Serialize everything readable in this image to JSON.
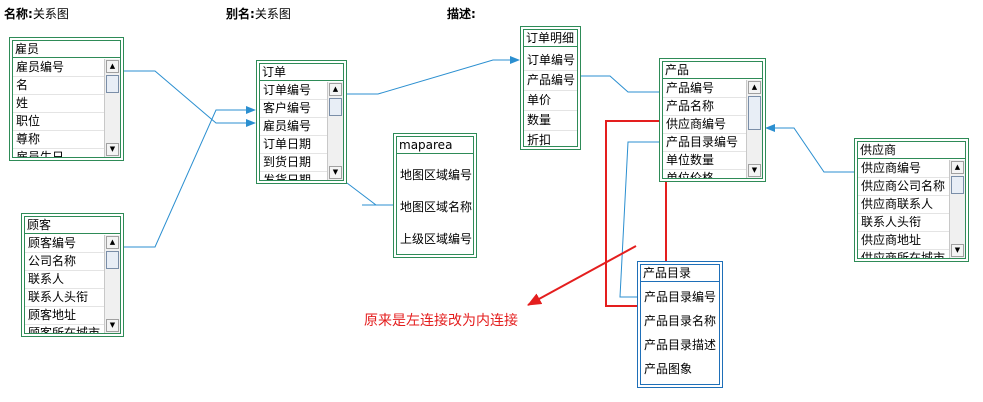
{
  "header": {
    "name_label": "名称:",
    "name_value": "关系图",
    "alias_label": "别名:",
    "alias_value": "关系图",
    "desc_label": "描述:",
    "desc_value": ""
  },
  "tables": {
    "employee": {
      "title": "雇员",
      "fields": [
        "雇员编号",
        "名",
        "姓",
        "职位",
        "尊称",
        "雇员生日"
      ]
    },
    "order": {
      "title": "订单",
      "fields": [
        "订单编号",
        "客户编号",
        "雇员编号",
        "订单日期",
        "到货日期",
        "发货日期"
      ]
    },
    "customer": {
      "title": "顾客",
      "fields": [
        "顾客编号",
        "公司名称",
        "联系人",
        "联系人头衔",
        "顾客地址",
        "顾客所在城市"
      ]
    },
    "maparea": {
      "title": "maparea",
      "fields": [
        "地图区域编号",
        "地图区域名称",
        "上级区域编号"
      ]
    },
    "order_detail": {
      "title": "订单明细",
      "fields": [
        "订单编号",
        "产品编号",
        "单价",
        "数量",
        "折扣"
      ]
    },
    "product": {
      "title": "产品",
      "fields": [
        "产品编号",
        "产品名称",
        "供应商编号",
        "产品目录编号",
        "单位数量",
        "单位价格"
      ]
    },
    "category": {
      "title": "产品目录",
      "fields": [
        "产品目录编号",
        "产品目录名称",
        "产品目录描述",
        "产品图象"
      ]
    },
    "supplier": {
      "title": "供应商",
      "fields": [
        "供应商编号",
        "供应商公司名称",
        "供应商联系人",
        "联系人头衔",
        "供应商地址",
        "供应商所在城市"
      ]
    }
  },
  "annotation": {
    "text": "原来是左连接改为内连接",
    "color": "#e41e1e"
  },
  "colors": {
    "table_border": "#2e8b57",
    "selected_border": "#1e6fb8",
    "connector": "#2b8fd0",
    "annotation": "#e41e1e"
  }
}
